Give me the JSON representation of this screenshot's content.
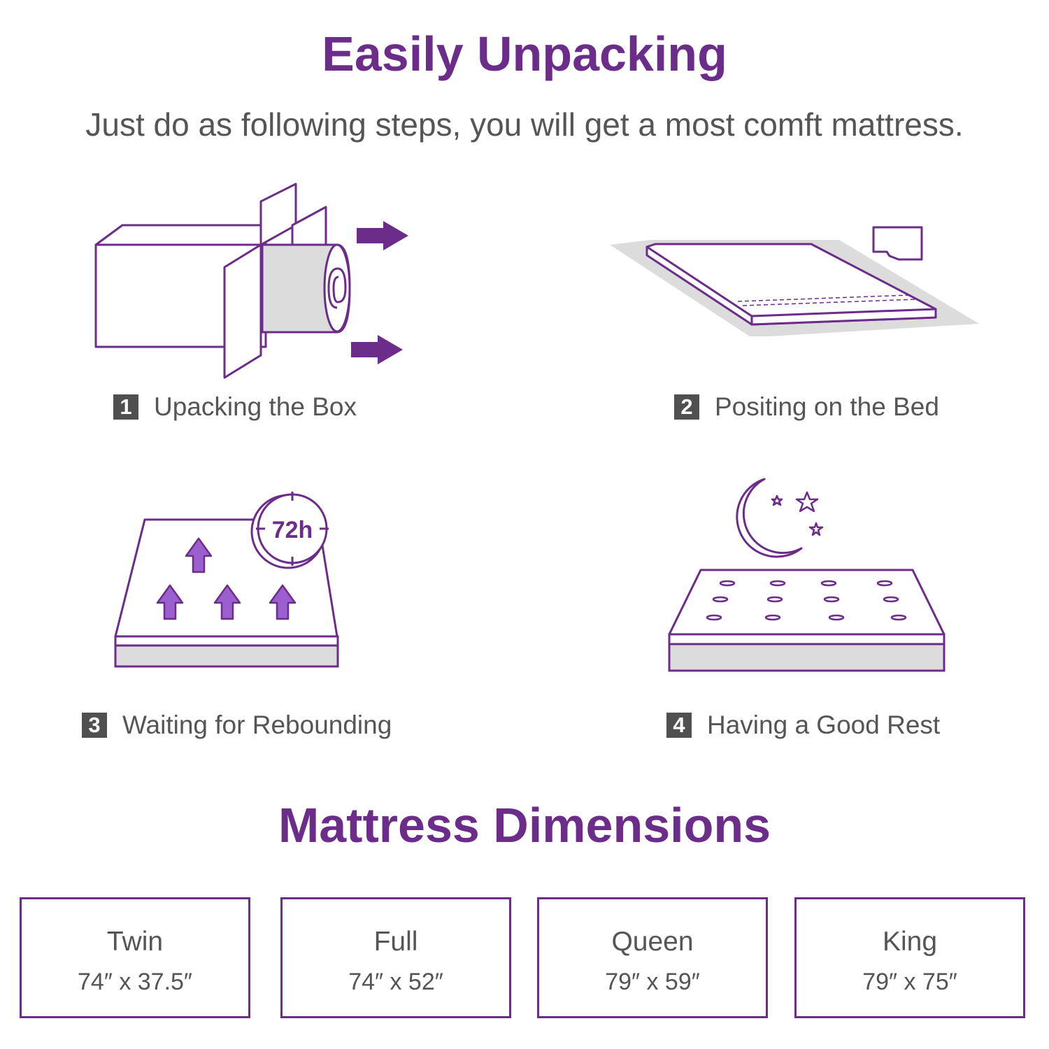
{
  "header": {
    "title": "Easily Unpacking",
    "subtitle": "Just do as following steps, you will get a most comft mattress."
  },
  "steps": [
    {
      "num": "1",
      "label": "Upacking the Box",
      "icon": "unboxing-icon"
    },
    {
      "num": "2",
      "label": "Positing on the Bed",
      "icon": "mattress-on-bed-icon"
    },
    {
      "num": "3",
      "label": "Waiting for Rebounding",
      "icon": "rebounding-mattress-icon",
      "badge": "72h"
    },
    {
      "num": "4",
      "label": "Having a Good Rest",
      "icon": "moon-stars-mattress-icon"
    }
  ],
  "dimensions": {
    "title": "Mattress Dimensions",
    "sizes": [
      {
        "name": "Twin",
        "size": "74″ x 37.5″"
      },
      {
        "name": "Full",
        "size": "74″ x 52″"
      },
      {
        "name": "Queen",
        "size": "79″ x 59″"
      },
      {
        "name": "King",
        "size": "79″ x 75″"
      }
    ]
  },
  "colors": {
    "accent": "#6b2c8a",
    "arrow": "#8e44c4",
    "text": "#555555",
    "badge_bg": "#505050",
    "shadow": "#dcdcdc"
  }
}
